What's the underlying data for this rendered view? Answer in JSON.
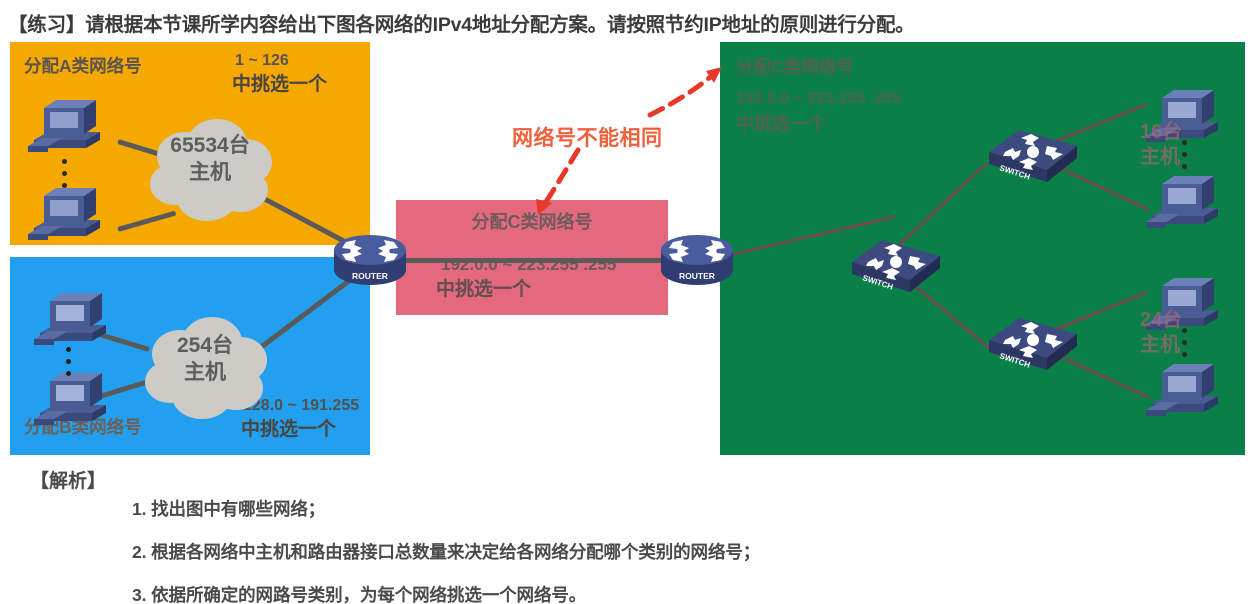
{
  "title": "【练习】请根据本节课所学内容给出下图各网络的IPv4地址分配方案。请按照节约IP地址的原则进行分配。",
  "boxes": {
    "class_a": {
      "label": "分配A类网络号",
      "range": "1 ~ 126",
      "pick": "中挑选一个",
      "cloud_line1": "65534台",
      "cloud_line2": "主机",
      "color": "#f5a800"
    },
    "class_b": {
      "label": "分配B类网络号",
      "range": "128.0 ~ 191.255",
      "pick": "中挑选一个",
      "cloud_line1": "254台",
      "cloud_line2": "主机",
      "color": "#22a0ef"
    },
    "class_c_middle": {
      "label": "分配C类网络号",
      "range": "192.0.0 ~ 223.255 .255",
      "pick": "中挑选一个",
      "color": "#e4687e"
    },
    "class_c_right": {
      "label": "分配C类网络号",
      "range": "192.0.0 ~ 223.255 .255",
      "pick": "中挑选一个",
      "color": "#0a7f48",
      "hosts_top": "16台\n主机",
      "hosts_bottom": "24台\n主机"
    }
  },
  "callout": {
    "text": "网络号不能相同",
    "color": "#f0603c"
  },
  "devices": {
    "router_label": "ROUTER",
    "switch_label": "SWITCH"
  },
  "analysis": {
    "heading": "【解析】",
    "items": [
      "1. 找出图中有哪些网络；",
      "2. 根据各网络中主机和路由器接口总数量来决定给各网络分配哪个类别的网络号；",
      "3. 依据所确定的网路号类别，为每个网络挑选一个网络号。"
    ]
  }
}
